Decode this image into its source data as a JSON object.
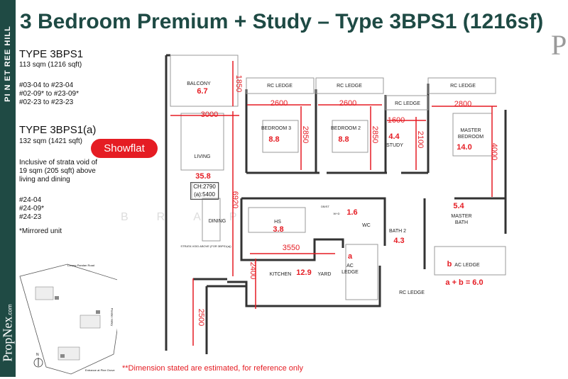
{
  "sidebar": {
    "brand": "PI N ET REE HILL",
    "logo": "PropNex",
    "logo_suffix": ".com"
  },
  "title": "3 Bedroom Premium + Study – Type 3BPS1 (1216sf)",
  "corner_logo": "P",
  "type1": {
    "name": "TYPE 3BPS1",
    "area": "113 sqm (1216 sqft)",
    "units": [
      "#03-04  to #23-04",
      "#02-09* to #23-09*",
      "#02-23  to #23-23"
    ]
  },
  "type2": {
    "name": "TYPE 3BPS1(a)",
    "area": "132 sqm (1421 sqft)",
    "note": [
      "Inclusive of strata void of",
      "19 sqm (205 sqft) above",
      "living and dining"
    ],
    "units": [
      "#24-04",
      "#24-09*",
      "#24-23"
    ]
  },
  "showflat": "Showflat",
  "mirrored": "*Mirrored unit",
  "watermark": "BRAP",
  "rooms": {
    "balcony": "BALCONY",
    "balcony_area": "6.7",
    "living": "LIVING",
    "living_area": "35.8",
    "ch": "CH:2790",
    "ch_a": "(a):5400",
    "dining": "DINING",
    "bedroom3": "BEDROOM 3",
    "bedroom3_area": "8.8",
    "bedroom2": "BEDROOM 2",
    "bedroom2_area": "8.8",
    "study": "STUDY",
    "study_area": "4.4",
    "master": "MASTER BEDROOM",
    "master_area": "14.0",
    "hs": "HS",
    "hs_area": "3.8",
    "wc": "WC",
    "wc_area": "1.6",
    "bath2": "BATH 2",
    "bath2_area": "4.3",
    "master_bath": "MASTER BATH",
    "master_bath_area": "5.4",
    "kitchen": "KITCHEN",
    "kitchen_area": "12.9",
    "yard": "YARD",
    "a": "a",
    "b": "b",
    "ac_ledge": "AC LEDGE",
    "ab_total": "a + b = 6.0",
    "rc_ledge": "RC LEDGE",
    "strata_void": "STRATA VOID ABOVE (FOR 3BPS1(a))",
    "db": "DB/ST",
    "wd": "W+D"
  },
  "dims": {
    "d1850": "1850",
    "d2600a": "2600",
    "d2600b": "2600",
    "d3000": "3000",
    "d2850a": "2850",
    "d2850b": "2850",
    "d1600": "1600",
    "d2100": "2100",
    "d2800": "2800",
    "d4000": "4000",
    "d6920": "6920",
    "d3550": "3550",
    "d2400": "2400",
    "d2500": "2500"
  },
  "map": {
    "road_top": "Lorong Pandan Road",
    "road_right": "Pandan Valley",
    "entrance": "Entrance at Pine Grove",
    "north": "N"
  },
  "footnote": "**Dimension stated are estimated, for reference only"
}
